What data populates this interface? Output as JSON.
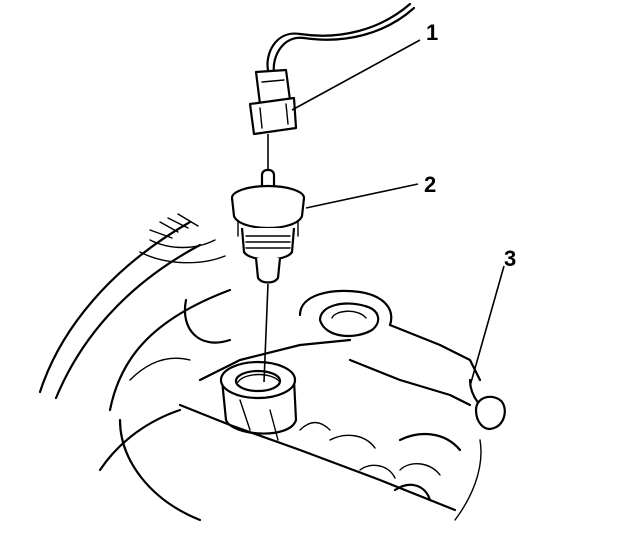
{
  "callouts": [
    {
      "label": "1",
      "part": "connector"
    },
    {
      "label": "2",
      "part": "sensor"
    },
    {
      "label": "3",
      "part": "housing"
    }
  ]
}
